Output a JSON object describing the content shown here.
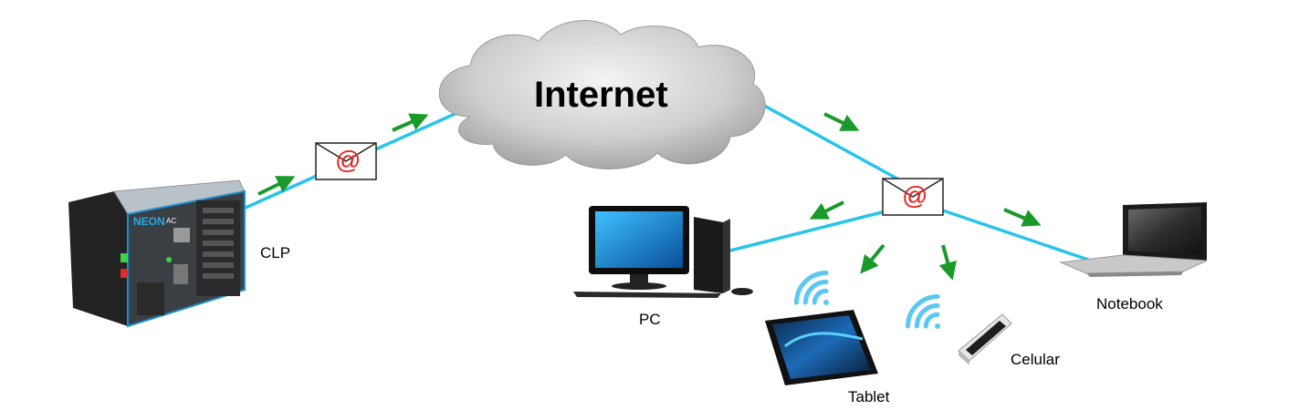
{
  "diagram": {
    "cloud_label": "Internet",
    "email_symbol": "@",
    "devices": {
      "clp": "CLP",
      "pc": "PC",
      "notebook": "Notebook",
      "tablet": "Tablet",
      "celular": "Celular"
    },
    "clp_brand": "NEON",
    "clp_model": "AC",
    "icons": [
      "email-envelope-icon",
      "green-arrow-icon",
      "wifi-icon",
      "cloud-icon"
    ],
    "colors": {
      "link": "#29c4ea",
      "arrow": "#1a9a2a",
      "email_at": "#e8211d",
      "wifi": "#5ac8f0"
    }
  }
}
